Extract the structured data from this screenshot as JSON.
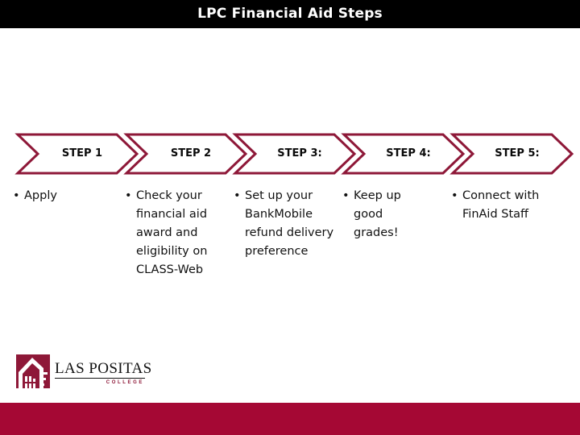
{
  "header": {
    "title": "LPC Financial Aid Steps",
    "background_color": "#000000",
    "text_color": "#ffffff"
  },
  "theme": {
    "chevron_outline_color": "#8E1838",
    "chevron_fill_color": "#ffffff",
    "footer_color": "#A50834",
    "logo_mark_color": "#8E1838",
    "body_text_color": "#111111"
  },
  "steps": [
    {
      "label": "STEP 1",
      "bullets": [
        "Apply"
      ]
    },
    {
      "label": "STEP 2",
      "bullets": [
        "Check your financial aid award and eligibility on CLASS-Web"
      ]
    },
    {
      "label": "STEP 3:",
      "bullets": [
        "Set up your BankMobile refund delivery preference"
      ]
    },
    {
      "label": "STEP 4:",
      "bullets": [
        "Keep up good grades!"
      ]
    },
    {
      "label": "STEP 5:",
      "bullets": [
        "Connect with FinAid Staff"
      ]
    }
  ],
  "logo": {
    "name": "LAS POSITAS",
    "subtitle": "COLLEGE"
  }
}
